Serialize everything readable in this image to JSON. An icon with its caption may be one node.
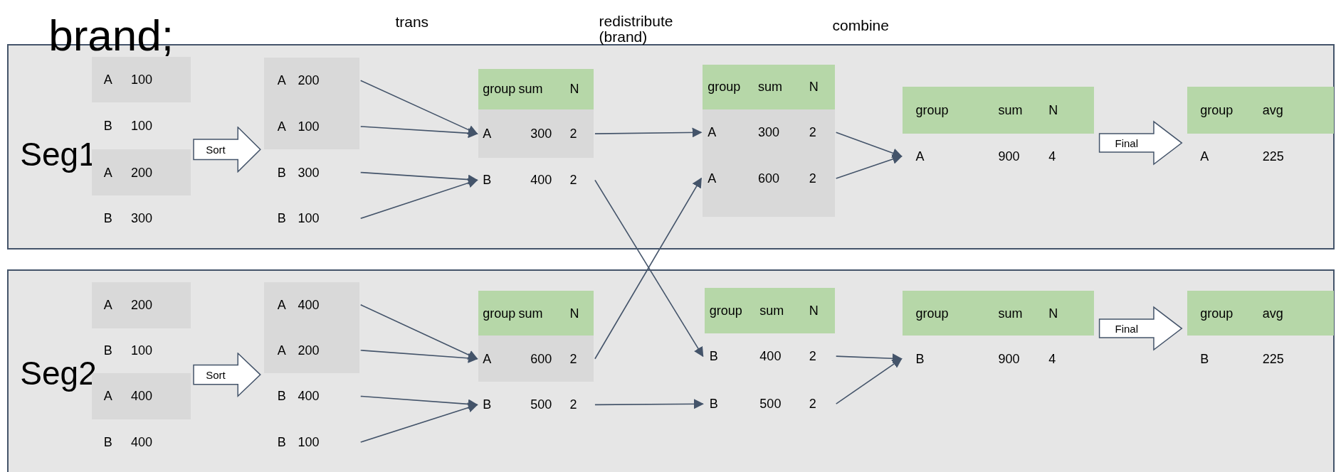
{
  "diagram": {
    "nodes": [
      {
        "text": [
          "Seg1"
        ]
      },
      {
        "text": [
          "A",
          "100"
        ],
        "in": 0
      },
      {
        "text": [
          "B",
          "100"
        ],
        "in": 0
      },
      {
        "text": [
          "A",
          "200"
        ],
        "in": 0
      },
      {
        "text": [
          "B",
          "300"
        ],
        "in": 0
      },
      {
        "text": [
          "Sort"
        ],
        "in": 0
      },
      {
        "text": [],
        "shape": "box",
        "in": 0
      },
      {
        "text": [
          "A",
          "200"
        ],
        "in": 6
      },
      {
        "text": [
          "A",
          "100"
        ],
        "in": 6
      },
      {
        "text": [
          "B",
          "300"
        ],
        "in": 0
      },
      {
        "text": [
          "B",
          "100"
        ],
        "in": 0
      },
      {
        "text": [
          "group",
          "sum",
          "N"
        ],
        "in": 0
      },
      {
        "text": [
          "A",
          "300",
          "2"
        ],
        "in": 0
      },
      {
        "text": [
          "B",
          "400",
          "2"
        ],
        "in": 0
      },
      {
        "text": [
          "group",
          "sum",
          "N"
        ],
        "in": 0
      },
      {
        "text": [],
        "shape": "box",
        "in": 0
      },
      {
        "text": [
          "A",
          "300",
          "2"
        ],
        "in": 15
      },
      {
        "text": [
          "A",
          "600",
          "2"
        ],
        "in": 15
      },
      {
        "text": [
          "group",
          "sum",
          "N"
        ],
        "in": 0
      },
      {
        "text": [
          "A",
          "900",
          "4"
        ],
        "in": 0
      },
      {
        "text": [
          "group",
          "avg"
        ],
        "in": 0
      },
      {
        "text": [
          "A",
          "225"
        ],
        "in": 0
      },
      {
        "text": [
          "Seg2"
        ]
      },
      {
        "text": [
          "A",
          "200"
        ],
        "in": 22
      },
      {
        "text": [
          "B",
          "100"
        ],
        "in": 22
      },
      {
        "text": [
          "A",
          "400"
        ],
        "in": 22
      },
      {
        "text": [
          "B",
          "400"
        ],
        "in": 22
      },
      {
        "text": [
          "Sort"
        ],
        "in": 22
      },
      {
        "text": [],
        "shape": "box",
        "in": 22
      },
      {
        "text": [
          "A",
          "400"
        ],
        "in": 28
      },
      {
        "text": [
          "A",
          "200"
        ],
        "in": 28
      },
      {
        "text": [
          "B",
          "400"
        ],
        "in": 22
      },
      {
        "text": [
          "B",
          "100"
        ],
        "in": 22
      },
      {
        "text": [
          "group",
          "sum",
          "N"
        ],
        "in": 22
      },
      {
        "text": [
          "A",
          "600",
          "2"
        ],
        "in": 22
      },
      {
        "text": [
          "B",
          "500",
          "2"
        ],
        "in": 22
      },
      {
        "text": [
          "group",
          "sum",
          "N"
        ],
        "in": 22
      },
      {
        "text": [
          "B",
          "400",
          "2"
        ],
        "in": 22
      },
      {
        "text": [
          "B",
          "500",
          "2"
        ],
        "in": 22
      },
      {
        "text": [
          "group",
          "sum",
          "N"
        ],
        "in": 22
      },
      {
        "text": [
          "B",
          "900",
          "4"
        ],
        "in": 22
      },
      {
        "text": [
          "group",
          "avg"
        ],
        "in": 22
      },
      {
        "text": [
          "B",
          "225"
        ],
        "in": 22
      }
    ],
    "edges": [
      {
        "from": 7,
        "to": 12,
        "arrow": "to"
      },
      {
        "from": 8,
        "to": 12,
        "arrow": "to"
      },
      {
        "from": 9,
        "to": 13,
        "arrow": "to"
      },
      {
        "from": 10,
        "to": 13,
        "arrow": "to"
      },
      {
        "from": 12,
        "to": 16,
        "arrow": "to"
      },
      {
        "from": 13,
        "to": 37,
        "arrow": "to"
      },
      {
        "from": 34,
        "to": 17,
        "arrow": "to"
      },
      {
        "from": 16,
        "to": 19,
        "arrow": "to"
      },
      {
        "from": 17,
        "to": 19,
        "arrow": "to"
      },
      {
        "from": 19,
        "to": 21,
        "arrow": "to",
        "label": "Final",
        "style": "thick"
      },
      {
        "from": 29,
        "to": 34,
        "arrow": "to"
      },
      {
        "from": 30,
        "to": 34,
        "arrow": "to"
      },
      {
        "from": 31,
        "to": 35,
        "arrow": "to"
      },
      {
        "from": 32,
        "to": 35,
        "arrow": "to"
      },
      {
        "from": 35,
        "to": 38,
        "arrow": "to"
      },
      {
        "from": 37,
        "to": 40,
        "arrow": "to"
      },
      {
        "from": 38,
        "to": 40,
        "arrow": "to"
      },
      {
        "from": 39,
        "to": 41,
        "arrow": "to",
        "label": "Final",
        "style": "thick"
      }
    ],
    "labels": [
      "brand;",
      "trans",
      "redistribute (brand)",
      "combine"
    ]
  }
}
